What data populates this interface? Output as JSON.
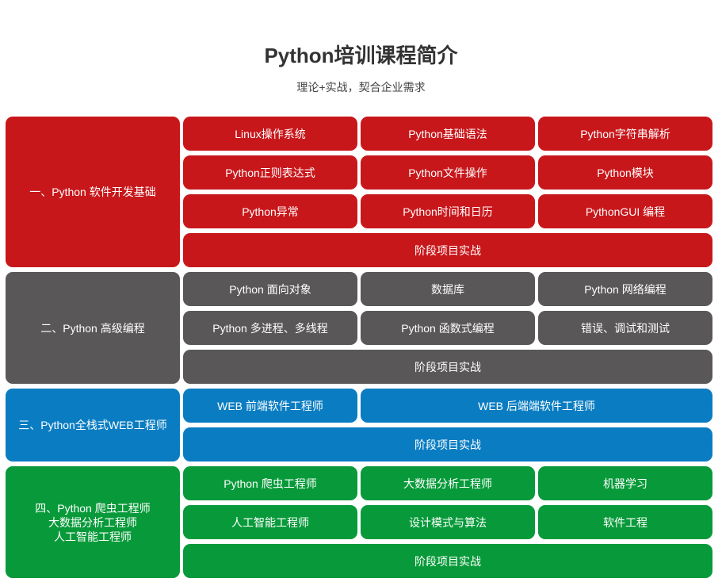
{
  "header": {
    "title": "Python培训课程简介",
    "subtitle": "理论+实战，契合企业需求"
  },
  "colors": {
    "red": "#c8171b",
    "gray": "#595757",
    "blue": "#0a7dc2",
    "green": "#089a3a"
  },
  "sections": [
    {
      "label": "一、Python 软件开发基础",
      "items": [
        "Linux操作系统",
        "Python基础语法",
        "Python字符串解析",
        "Python正则表达式",
        "Python文件操作",
        "Python模块",
        "Python异常",
        "Python时间和日历",
        "PythonGUI 编程"
      ],
      "project": "阶段项目实战"
    },
    {
      "label": "二、Python 高级编程",
      "items": [
        "Python 面向对象",
        "数据库",
        "Python 网络编程",
        "Python 多进程、多线程",
        "Python 函数式编程",
        "错误、调试和测试"
      ],
      "project": "阶段项目实战"
    },
    {
      "label": "三、Python全栈式WEB工程师",
      "items": [
        "WEB 前端软件工程师",
        "WEB 后端端软件工程师"
      ],
      "project": "阶段项目实战"
    },
    {
      "label": "四、Python 爬虫工程师\n大数据分析工程师\n人工智能工程师",
      "items": [
        "Python 爬虫工程师",
        "大数据分析工程师",
        "机器学习",
        "人工智能工程师",
        "设计模式与算法",
        "软件工程"
      ],
      "project": "阶段项目实战"
    }
  ]
}
